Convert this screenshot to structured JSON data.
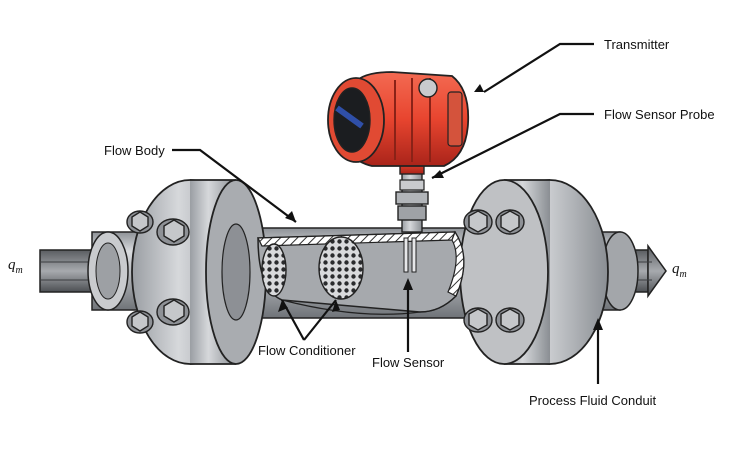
{
  "labels": {
    "transmitter": "Transmitter",
    "flow_sensor_probe": "Flow Sensor Probe",
    "flow_body": "Flow Body",
    "flow_conditioner": "Flow Conditioner",
    "flow_sensor": "Flow Sensor",
    "process_fluid_conduit": "Process Fluid Conduit",
    "qm_left_main": "q",
    "qm_left_sub": "m",
    "qm_right_main": "q",
    "qm_right_sub": "m"
  },
  "colors": {
    "transmitter": "#e8452f",
    "transmitter_dark": "#b3261a",
    "pipe": "#b9bcc0",
    "pipe_dark": "#7e8287",
    "flange": "#c6c8cb",
    "window": "#2f4fa8"
  }
}
